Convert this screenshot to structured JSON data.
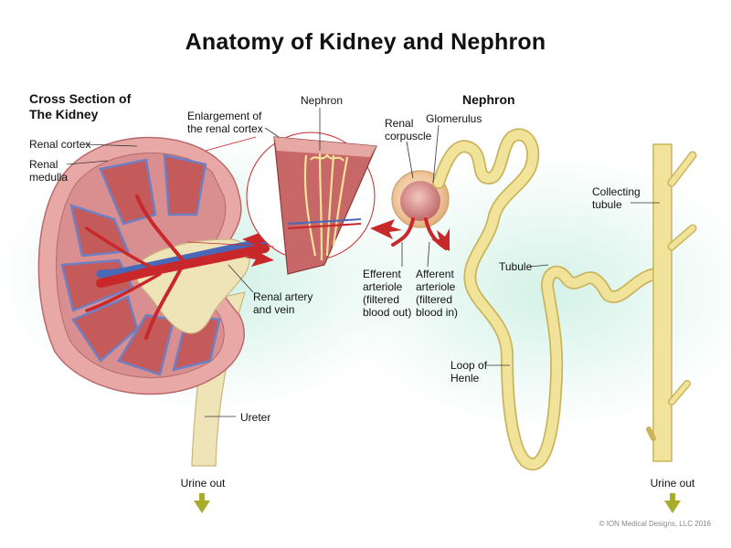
{
  "title": "Anatomy of Kidney and Nephron",
  "sections": {
    "kidney": [
      "Cross Section of",
      "The Kidney"
    ],
    "nephron": "Nephron"
  },
  "labels": {
    "renal_cortex": "Renal cortex",
    "renal_medulla": [
      "Renal",
      "medulla"
    ],
    "enlargement": [
      "Enlargement of",
      "the renal cortex"
    ],
    "nephron_small": "Nephron",
    "renal_corpuscle": [
      "Renal",
      "corpuscle"
    ],
    "glomerulus": "Glomerulus",
    "renal_artery_vein": [
      "Renal artery",
      "and vein"
    ],
    "efferent": [
      "Efferent",
      "arteriole",
      "(filtered",
      "blood out)"
    ],
    "afferent": [
      "Afferent",
      "arteriole",
      "(filtered",
      "blood in)"
    ],
    "tubule": "Tubule",
    "collecting_tubule": [
      "Collecting",
      "tubule"
    ],
    "loop_of_henle": [
      "Loop of",
      "Henle"
    ],
    "ureter": "Ureter",
    "urine_out_left": "Urine out",
    "urine_out_right": "Urine out"
  },
  "copyright": "© ION Medical Designs, LLC 2016",
  "colors": {
    "cortex": "#d98f8f",
    "medulla": "#c45a5a",
    "pelvis": "#efe3b8",
    "artery": "#c8282a",
    "vein": "#4a68b8",
    "tubule": "#f2e39a",
    "tubule_outline": "#c9b55c",
    "arrow": "#a9ae2a",
    "glow": "#c8eee2"
  }
}
